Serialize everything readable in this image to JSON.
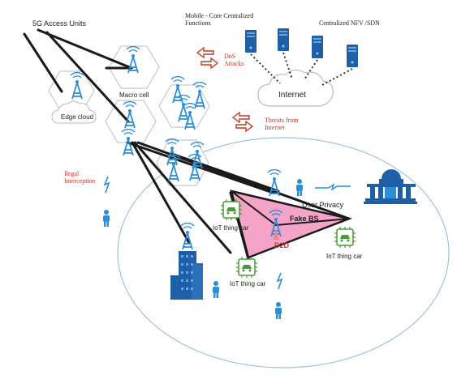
{
  "labels": {
    "access_units": "5G Access Units",
    "core_functions_line1": "Mobile - Core Centralized",
    "core_functions_line2": "Functions",
    "nfv_sdn": "Centralized NFV /SDN",
    "internet": "Internet",
    "dos_line1": "DoS",
    "dos_line2": "Attacks",
    "threats_line1": "Threats from",
    "threats_line2": "Internet",
    "macro_cell": "Macro cell",
    "edge_cloud": "Edge cloud",
    "illegal_line1": "Ilegal",
    "illegal_line2": "Interception",
    "user_privacy": "User Privacy",
    "fake_bs": "Fake BS",
    "d2d": "D2D",
    "iot_car_left": "IoT thing car",
    "iot_car_bottom": "IoT thing car",
    "iot_car_right": "IoT thing car"
  },
  "colors": {
    "hexagon_stroke": "#c8c8c8",
    "tower": "#2a8fd6",
    "server": "#1f5fa8",
    "threat": "#c0392b",
    "fake_bs_fill": "#f5a3c7",
    "chip": "#4a9a3a",
    "person": "#2a8fd6",
    "ellipse_stroke": "#9ec3de"
  }
}
